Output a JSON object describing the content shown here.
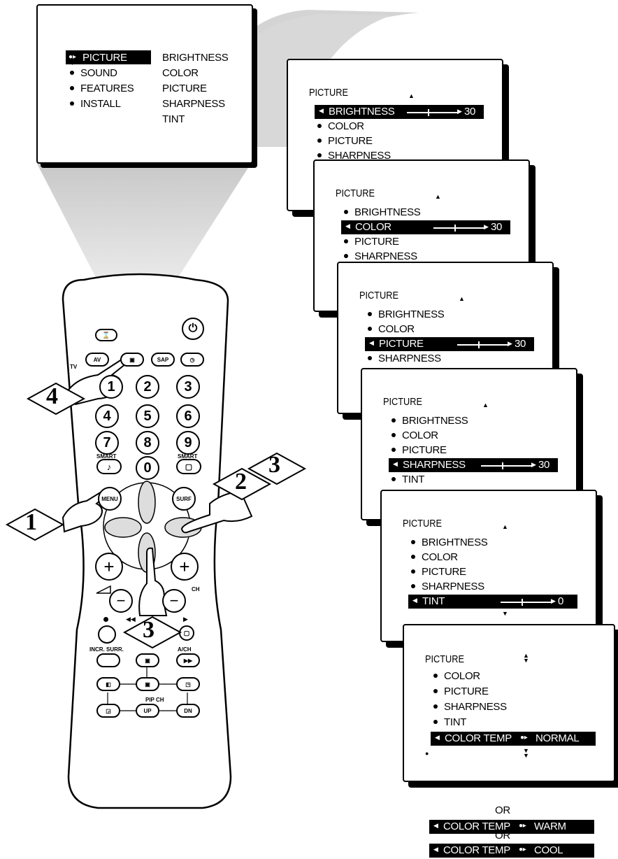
{
  "main_menu": {
    "left_items": [
      "PICTURE",
      "SOUND",
      "FEATURES",
      "INSTALL"
    ],
    "right_items": [
      "BRIGHTNESS",
      "COLOR",
      "PICTURE",
      "SHARPNESS",
      "TINT"
    ]
  },
  "screens": [
    {
      "title": "PICTURE",
      "items": [
        "BRIGHTNESS",
        "COLOR",
        "PICTURE",
        "SHARPNESS"
      ],
      "selected": 0,
      "value": "30"
    },
    {
      "title": "PICTURE",
      "items": [
        "BRIGHTNESS",
        "COLOR",
        "PICTURE",
        "SHARPNESS"
      ],
      "selected": 1,
      "value": "30"
    },
    {
      "title": "PICTURE",
      "items": [
        "BRIGHTNESS",
        "COLOR",
        "PICTURE",
        "SHARPNESS"
      ],
      "selected": 2,
      "value": "30"
    },
    {
      "title": "PICTURE",
      "items": [
        "BRIGHTNESS",
        "COLOR",
        "PICTURE",
        "SHARPNESS",
        "TINT"
      ],
      "selected": 3,
      "value": "30"
    },
    {
      "title": "PICTURE",
      "items": [
        "BRIGHTNESS",
        "COLOR",
        "PICTURE",
        "SHARPNESS",
        "TINT"
      ],
      "selected": 4,
      "value": "0"
    }
  ],
  "last_screen": {
    "title": "PICTURE",
    "items": [
      "COLOR",
      "PICTURE",
      "SHARPNESS",
      "TINT"
    ],
    "selected_label": "COLOR TEMP",
    "selected_value": "NORMAL"
  },
  "alternatives": {
    "or1": "OR",
    "opt1_label": "COLOR TEMP",
    "opt1_value": "WARM",
    "or2": "OR",
    "opt2_label": "COLOR TEMP",
    "opt2_value": "COOL"
  },
  "remote": {
    "av": "AV",
    "sap": "SAP",
    "tv": "TV",
    "numbers": [
      "1",
      "2",
      "3",
      "4",
      "5",
      "6",
      "7",
      "8",
      "9",
      "0"
    ],
    "smart_left": "SMART",
    "smart_right": "SMART",
    "menu": "MENU",
    "surf": "SURF",
    "plus_left": "+",
    "plus_right": "+",
    "minus_left": "−",
    "minus_right": "−",
    "ch": "CH",
    "incr_surr": "INCR. SURR.",
    "ach": "A/CH",
    "pip_ch": "PIP CH",
    "up": "UP",
    "dn": "DN"
  },
  "steps": {
    "s1": "1",
    "s2": "2",
    "s3a": "3",
    "s3b": "3",
    "s4": "4"
  }
}
